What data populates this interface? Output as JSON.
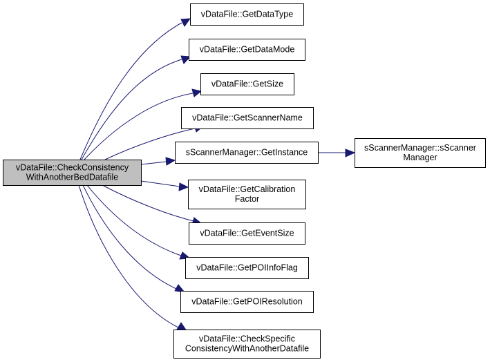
{
  "diagram": {
    "type": "call-graph",
    "colors": {
      "edge": "#191970",
      "root_fill": "#bfbfbf",
      "node_fill": "#ffffff",
      "node_border": "#000000"
    },
    "nodes": [
      {
        "id": "root",
        "lines": [
          "vDataFile::CheckConsistency",
          "WithAnotherBedDatafile"
        ],
        "root": true
      },
      {
        "id": "getdatatype",
        "lines": [
          "vDataFile::GetDataType"
        ]
      },
      {
        "id": "getdatamode",
        "lines": [
          "vDataFile::GetDataMode"
        ]
      },
      {
        "id": "getsize",
        "lines": [
          "vDataFile::GetSize"
        ]
      },
      {
        "id": "getscannername",
        "lines": [
          "vDataFile::GetScannerName"
        ]
      },
      {
        "id": "getinstance",
        "lines": [
          "sScannerManager::GetInstance"
        ]
      },
      {
        "id": "sscannermanager",
        "lines": [
          "sScannerManager::sScanner",
          "Manager"
        ]
      },
      {
        "id": "getcalibrationfactor",
        "lines": [
          "vDataFile::GetCalibration",
          "Factor"
        ]
      },
      {
        "id": "geteventsize",
        "lines": [
          "vDataFile::GetEventSize"
        ]
      },
      {
        "id": "getpoiinfoflag",
        "lines": [
          "vDataFile::GetPOIInfoFlag"
        ]
      },
      {
        "id": "getpoiresolution",
        "lines": [
          "vDataFile::GetPOIResolution"
        ]
      },
      {
        "id": "checkspecific",
        "lines": [
          "vDataFile::CheckSpecific",
          "ConsistencyWithAnotherDatafile"
        ]
      }
    ],
    "edges": [
      {
        "from": "root",
        "to": "getdatatype"
      },
      {
        "from": "root",
        "to": "getdatamode"
      },
      {
        "from": "root",
        "to": "getsize"
      },
      {
        "from": "root",
        "to": "getscannername"
      },
      {
        "from": "root",
        "to": "getinstance"
      },
      {
        "from": "root",
        "to": "getcalibrationfactor"
      },
      {
        "from": "root",
        "to": "geteventsize"
      },
      {
        "from": "root",
        "to": "getpoiinfoflag"
      },
      {
        "from": "root",
        "to": "getpoiresolution"
      },
      {
        "from": "root",
        "to": "checkspecific"
      },
      {
        "from": "getinstance",
        "to": "sscannermanager"
      }
    ]
  }
}
